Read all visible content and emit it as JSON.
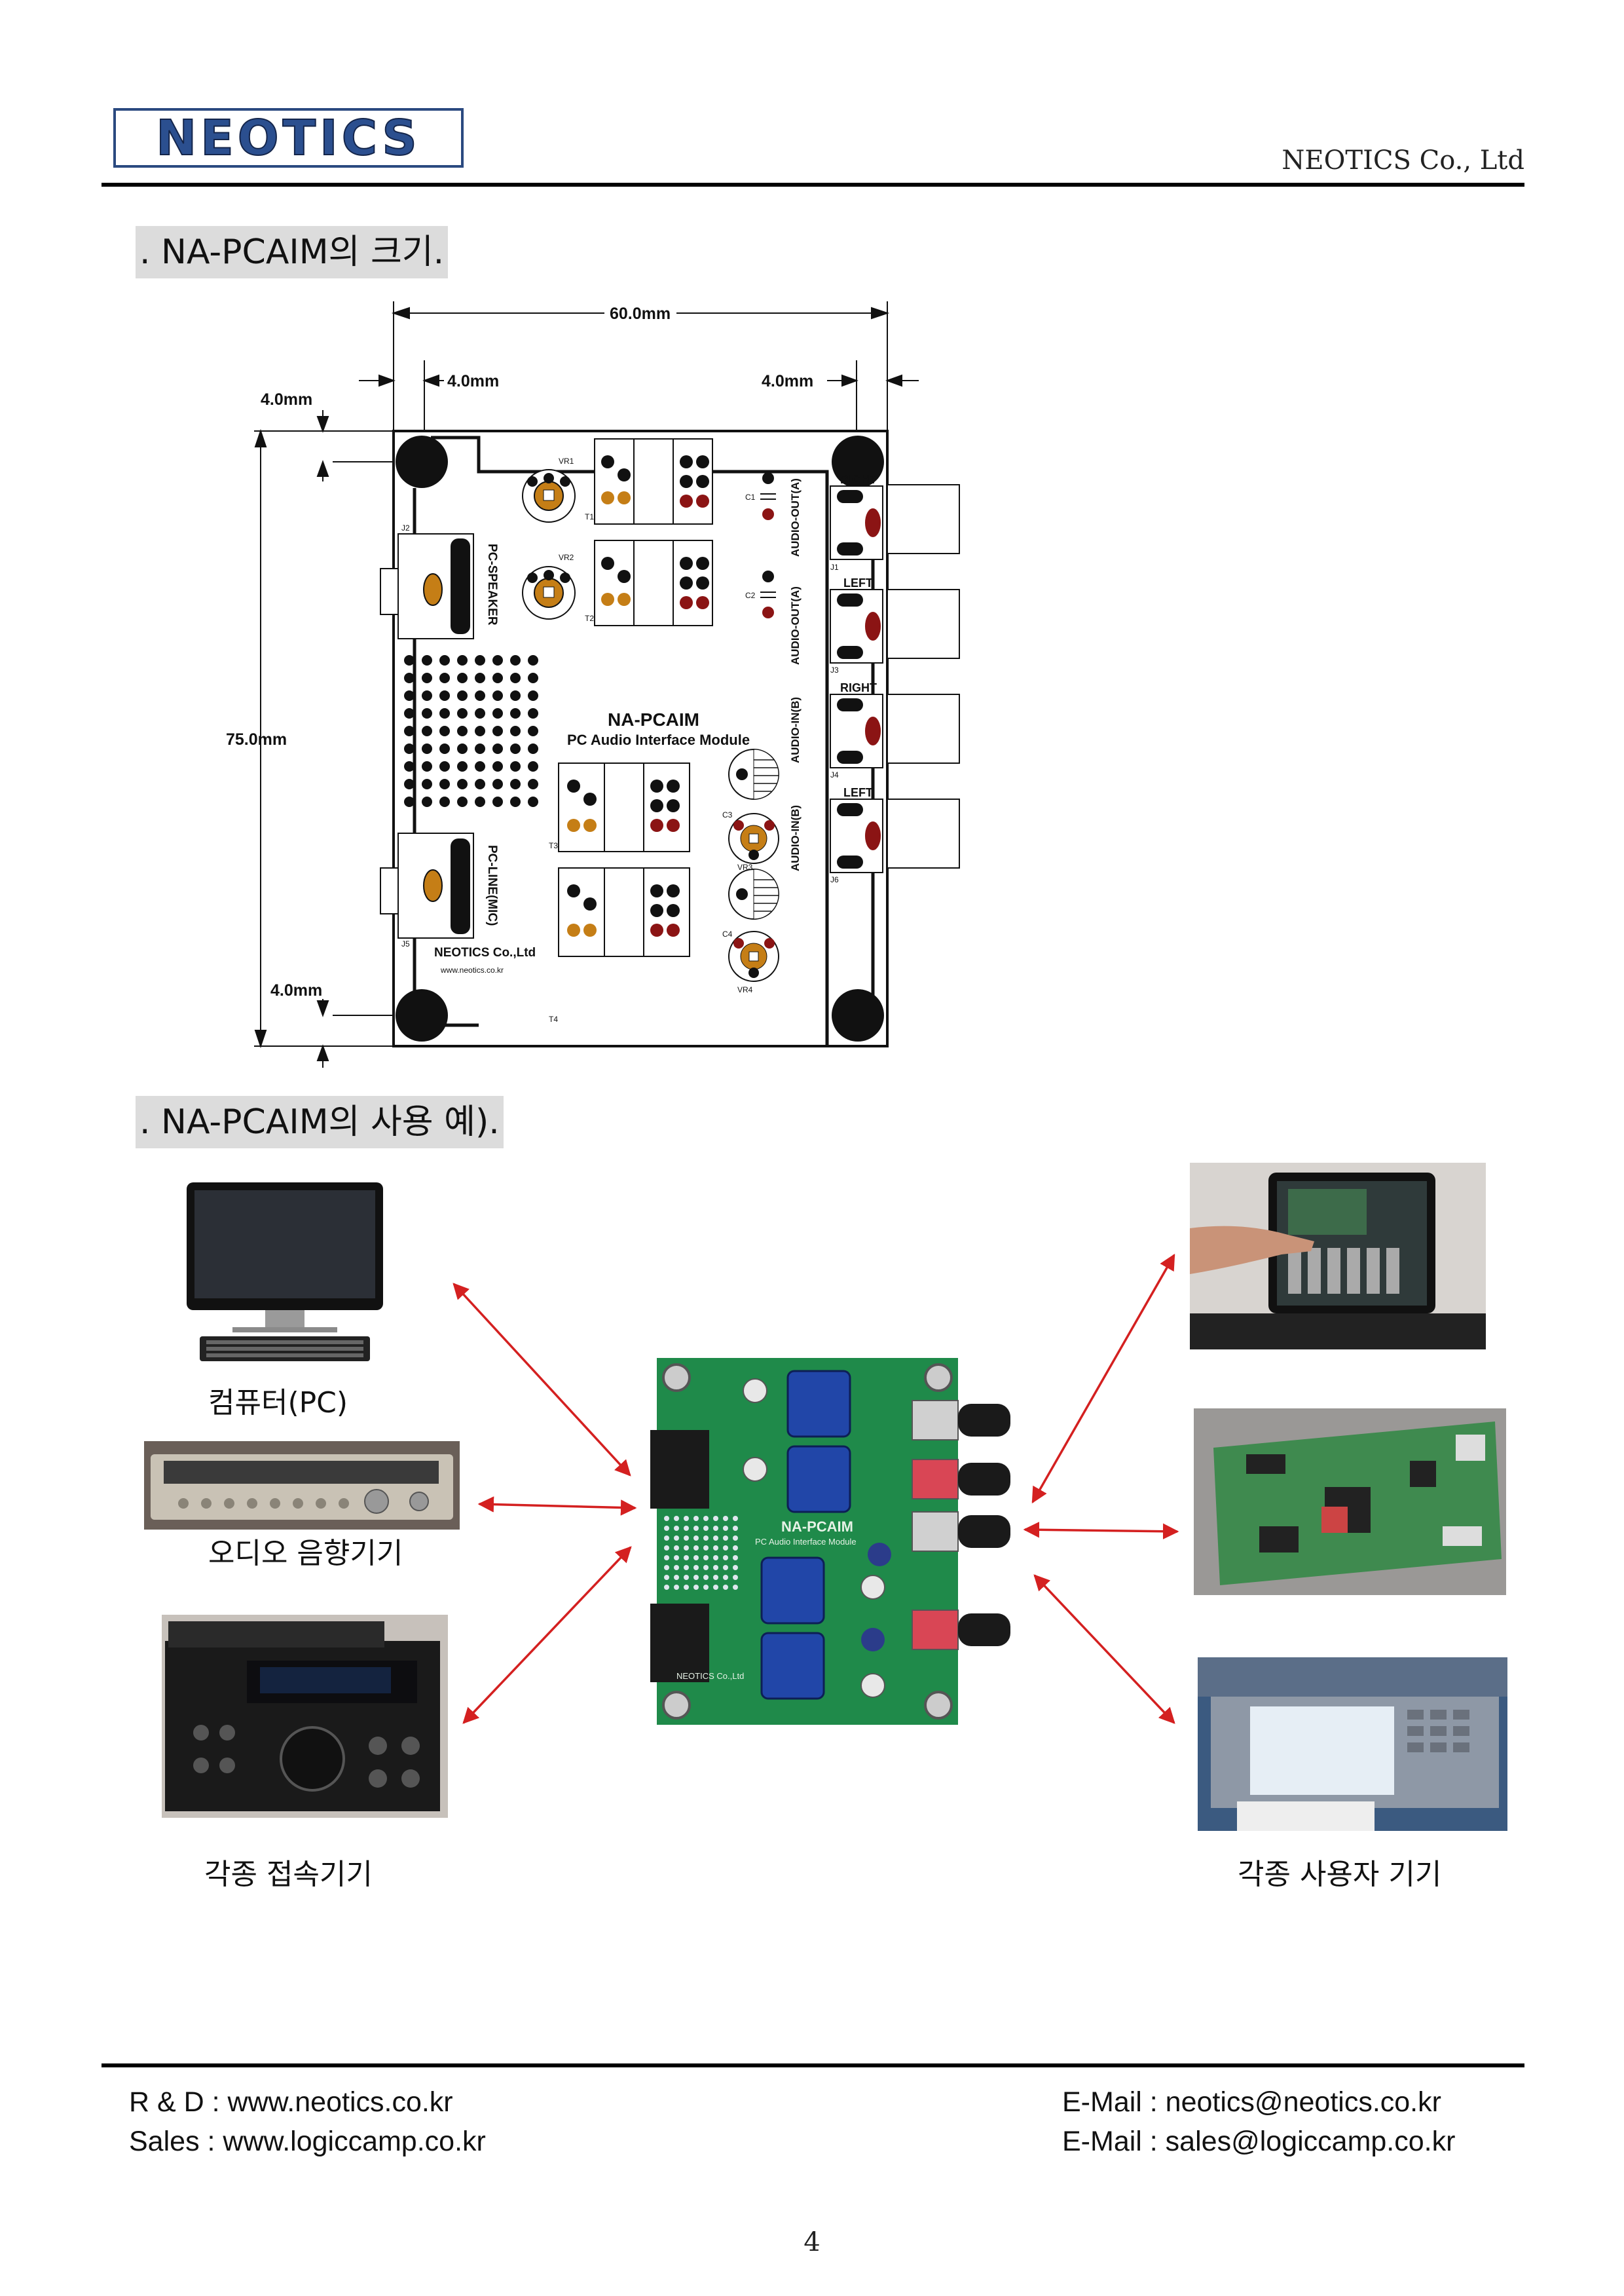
{
  "header": {
    "logo_text": "NEOTICS",
    "company": "NEOTICS Co., Ltd"
  },
  "sections": {
    "size_title": ". NA-PCAIM의 크기.",
    "usage_title": ". NA-PCAIM의 사용 예)."
  },
  "dimension_drawing": {
    "width_total": "60.0mm",
    "left_offset": "4.0mm",
    "right_offset": "4.0mm",
    "top_offset": "4.0mm",
    "height_total": "75.0mm",
    "bottom_offset": "4.0mm",
    "board": {
      "title": "NA-PCAIM",
      "subtitle": "PC Audio Interface Module",
      "company": "NEOTICS Co.,Ltd",
      "url": "www.neotics.co.kr",
      "pc_speaker": "PC-SPEAKER",
      "pc_line": "PC-LINE(MIC)",
      "audio_out_a1": "AUDIO-OUT(A)",
      "audio_out_a2": "AUDIO-OUT(A)",
      "audio_in_b1": "AUDIO-IN(B)",
      "audio_in_b2": "AUDIO-IN(B)",
      "right1": "RIGHT",
      "left1": "LEFT",
      "right2": "RIGHT",
      "left2": "LEFT",
      "vr1": "VR1",
      "vr2": "VR2",
      "vr3": "VR3",
      "vr4": "VR4",
      "t1": "T1",
      "t2": "T2",
      "t3": "T3",
      "t4": "T4",
      "c1": "C1",
      "c2": "C2",
      "c3": "C3",
      "c4": "C4",
      "j1": "J1",
      "j2": "J2",
      "j3": "J3",
      "j4": "J4",
      "j5": "J5",
      "j6": "J6"
    }
  },
  "usage": {
    "pc_caption": "컴퓨터(PC)",
    "audio_caption": "오디오 음향기기",
    "connect_caption": "각종 접속기기",
    "user_caption": "각종 사용자 기기",
    "module_label": "NA-PCAIM",
    "module_sub": "PC Audio Interface Module",
    "module_company": "NEOTICS Co.,Ltd"
  },
  "footer": {
    "rd": "R & D : www.neotics.co.kr",
    "sales": "Sales : www.logiccamp.co.kr",
    "email1": "E-Mail : neotics@neotics.co.kr",
    "email2": "E-Mail : sales@logiccamp.co.kr",
    "page": "4"
  },
  "colors": {
    "logo_blue": "#2b4f8f",
    "arrow_red": "#d42020",
    "pcb_green": "#1f8a4a",
    "section_bg": "#dcdcdc"
  }
}
